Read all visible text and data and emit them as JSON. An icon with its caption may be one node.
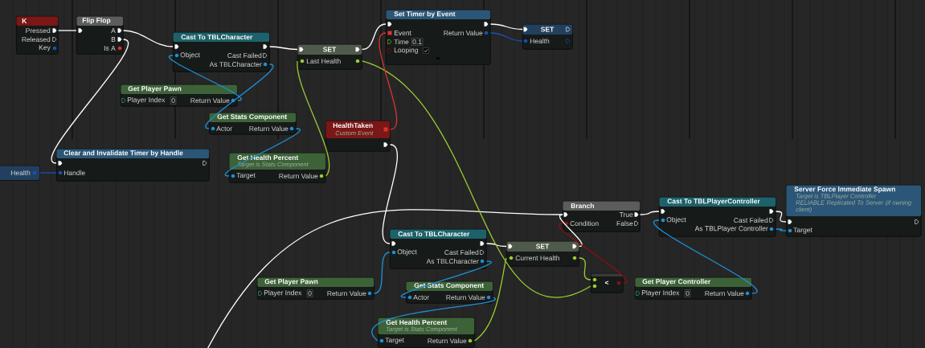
{
  "diagram": {
    "nodes": [
      {
        "text": [
          "K",
          "Pressed",
          "Released",
          "Key"
        ]
      },
      {
        "text": [
          "Flip Flop",
          "A",
          "B",
          "Is A"
        ]
      },
      {
        "text": [
          "Cast To TBLCharacter",
          "Object",
          "Cast Failed",
          "As TBLCharacter"
        ]
      },
      {
        "text": [
          "SET",
          "Last Health"
        ]
      },
      {
        "text": [
          "Set Timer by Event",
          "Event",
          "Return Value",
          "Time",
          "0.1",
          "Looping"
        ]
      },
      {
        "text": [
          "SET",
          "Health"
        ]
      },
      {
        "text": [
          "Get Player Pawn",
          "Player Index",
          "0",
          "Return Value"
        ]
      },
      {
        "text": [
          "Get Stats Component",
          "Actor",
          "Return Value"
        ]
      },
      {
        "text": [
          "HealthTaken",
          "Custom Event"
        ]
      },
      {
        "text": [
          "Clear and Invalidate Timer by Handle",
          "Handle"
        ]
      },
      {
        "text": [
          "Health"
        ]
      },
      {
        "text": [
          "Get Health Percent",
          "Target is Stats Component",
          "Target",
          "Return Value"
        ]
      },
      {
        "text": [
          "Branch",
          "True",
          "Condition",
          "False"
        ]
      },
      {
        "text": [
          "Cast To TBLPlayerController",
          "Object",
          "Cast Failed",
          "As TBLPlayer Controller"
        ]
      },
      {
        "text": [
          "Server Force Immediate Spawn",
          "Target is TBLPlayer Controller",
          "RELIABLE Replicated To Server (if owning client)",
          "Target"
        ]
      },
      {
        "text": [
          "Cast To TBLCharacter",
          "Object",
          "Cast Failed",
          "As TBLCharacter"
        ]
      },
      {
        "text": [
          "SET",
          "Current Health"
        ]
      },
      {
        "text": [
          "<"
        ]
      },
      {
        "text": [
          "Get Player Pawn",
          "Player Index",
          "0",
          "Return Value"
        ]
      },
      {
        "text": [
          "Get Player Controller",
          "Player Index",
          "0",
          "Return Value"
        ]
      },
      {
        "text": [
          "Get Stats Component",
          "Actor",
          "Return Value"
        ]
      },
      {
        "text": [
          "Get Health Percent",
          "Target is Stats Component",
          "Target",
          "Return Value"
        ]
      }
    ],
    "edges": [
      {
        "from": 0,
        "to": 1,
        "arrow": "none"
      },
      {
        "from": 1,
        "to": 2,
        "arrow": "none"
      },
      {
        "from": 1,
        "to": 9,
        "arrow": "none"
      },
      {
        "from": 2,
        "to": 3,
        "arrow": "none"
      },
      {
        "from": 3,
        "to": 4,
        "arrow": "none"
      },
      {
        "from": 4,
        "to": 5,
        "arrow": "none"
      },
      {
        "from": 8,
        "to": 15,
        "arrow": "none"
      },
      {
        "from": 15,
        "to": 16,
        "arrow": "none"
      },
      {
        "from": 16,
        "to": 12,
        "arrow": "none"
      },
      {
        "from": 12,
        "to": 13,
        "arrow": "none"
      },
      {
        "from": 13,
        "to": 14,
        "arrow": "none"
      },
      {
        "from": null,
        "to": 12,
        "arrow": "none"
      },
      {
        "from": 6,
        "to": 2,
        "arrow": "none",
        "color": "#1e90d8"
      },
      {
        "from": 2,
        "to": 7,
        "arrow": "none",
        "color": "#1e90d8"
      },
      {
        "from": 7,
        "to": 11,
        "arrow": "none",
        "color": "#1e90d8"
      },
      {
        "from": 4,
        "to": 5,
        "arrow": "none",
        "color": "#1552b8"
      },
      {
        "from": 10,
        "to": 9,
        "arrow": "none",
        "color": "#1552b8"
      },
      {
        "from": 18,
        "to": 15,
        "arrow": "none",
        "color": "#1e90d8"
      },
      {
        "from": 15,
        "to": 20,
        "arrow": "none",
        "color": "#1e90d8"
      },
      {
        "from": 20,
        "to": 21,
        "arrow": "none",
        "color": "#1e90d8"
      },
      {
        "from": 19,
        "to": 13,
        "arrow": "none",
        "color": "#1e90d8"
      },
      {
        "from": 13,
        "to": 14,
        "arrow": "none",
        "color": "#1e90d8"
      },
      {
        "from": 11,
        "to": 3,
        "arrow": "none",
        "color": "#9acd32"
      },
      {
        "from": 3,
        "to": 17,
        "arrow": "none",
        "color": "#9acd32"
      },
      {
        "from": 21,
        "to": 16,
        "arrow": "none",
        "color": "#9acd32"
      },
      {
        "from": 16,
        "to": 17,
        "arrow": "none",
        "color": "#9acd32"
      },
      {
        "from": 8,
        "to": 4,
        "arrow": "none",
        "color": "#e03030"
      },
      {
        "from": 17,
        "to": 12,
        "arrow": "none",
        "color": "#8b1010"
      }
    ]
  }
}
